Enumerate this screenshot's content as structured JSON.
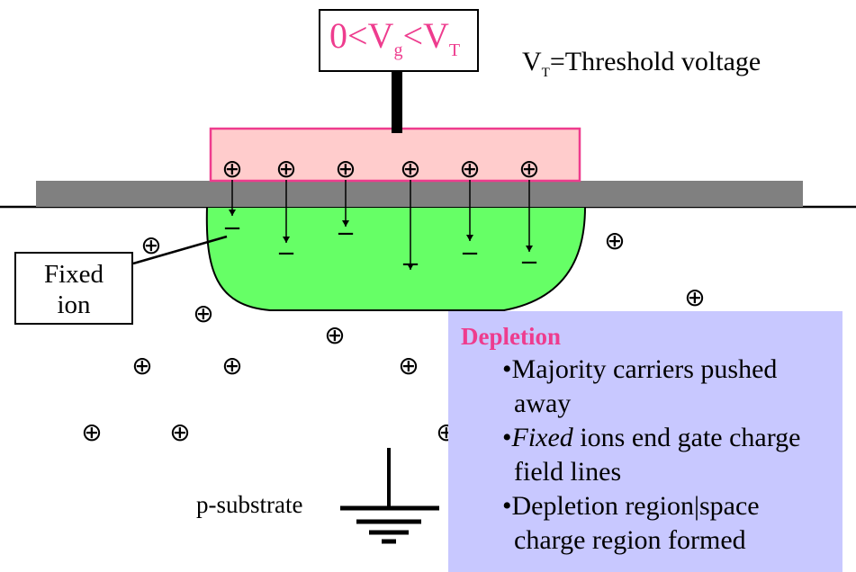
{
  "gate": {
    "label_prefix": "0<V",
    "label_sub1": "g",
    "label_mid": "<V",
    "label_sub2": "T"
  },
  "threshold": {
    "label_v": "V",
    "label_sub": "T",
    "label_rest": "=Threshold voltage"
  },
  "fixed_ion": {
    "line1": "Fixed",
    "line2": "ion"
  },
  "substrate_label": "p-substrate",
  "note": {
    "title": "Depletion",
    "bullets": [
      {
        "prefix": "•",
        "italic": "",
        "text": "Majority carriers pushed away"
      },
      {
        "prefix": "•",
        "italic": "Fixed",
        "text": " ions end gate charge field lines"
      },
      {
        "prefix": "•",
        "italic": "",
        "text": "Depletion region|space charge region formed"
      }
    ]
  },
  "symbols": {
    "plus": "⊕",
    "minus": "−"
  },
  "colors": {
    "gate_fill": "#ffcccc",
    "gate_border": "#ee3c8e",
    "gate_label": "#ee3c8e",
    "depletion_fill": "#66ff66",
    "oxide_fill": "#808080",
    "note_bg": "#c8c8ff",
    "note_title": "#ee3c8e"
  }
}
